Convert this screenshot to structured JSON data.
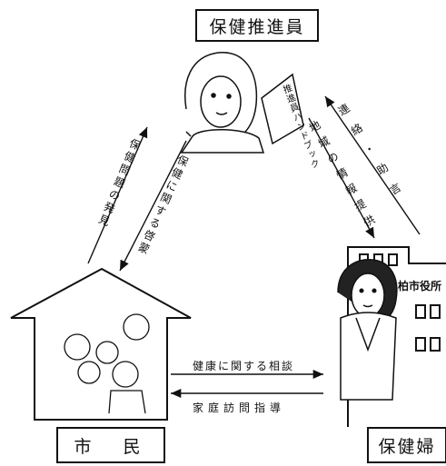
{
  "roles": {
    "promoter": "保健推進員",
    "citizen": "市　民",
    "nurse": "保健婦"
  },
  "handbook": "推進員ハンドブック",
  "city_hall_sign": "柏市役所",
  "flows": {
    "citizen_to_promoter": "保健問題の発見",
    "promoter_to_citizen": "保健に関する啓蒙",
    "nurse_to_promoter": "連絡・助言",
    "promoter_to_nurse": "地域の情報提供",
    "citizen_to_nurse": "健康に関する相談",
    "nurse_to_citizen": "家庭訪問指導"
  }
}
